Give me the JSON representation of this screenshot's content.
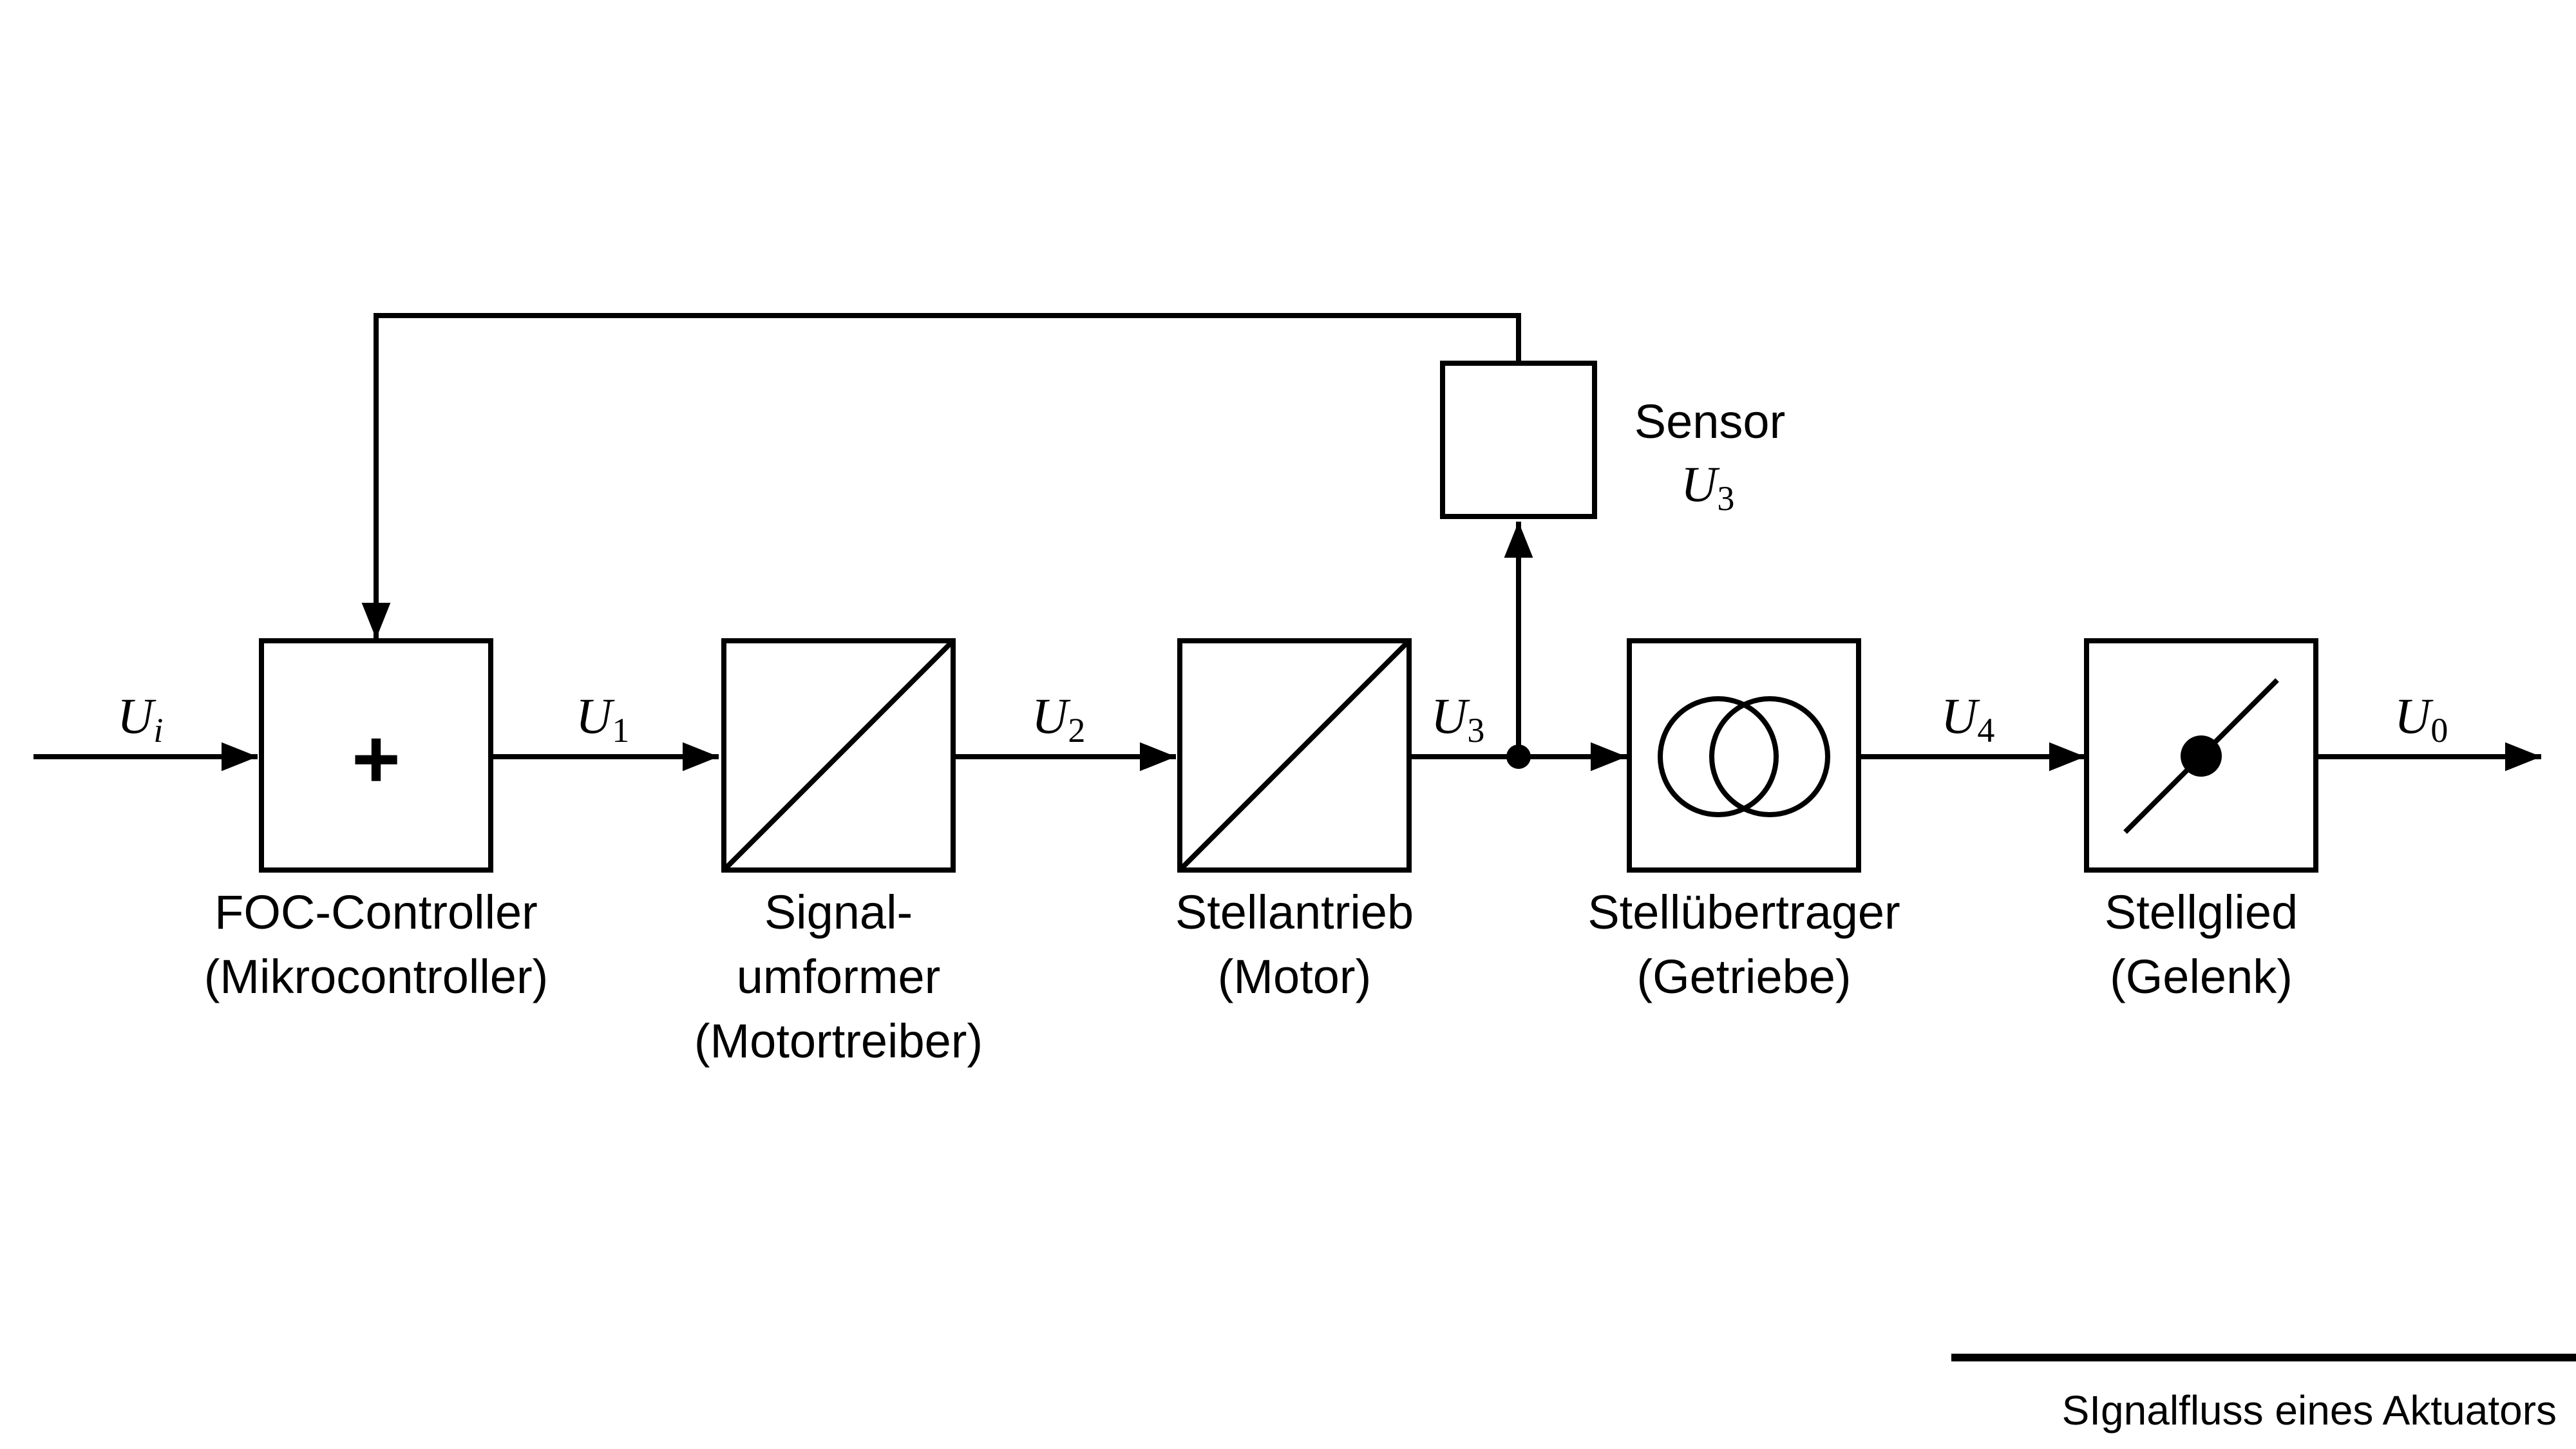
{
  "blocks": {
    "controller": {
      "symbol": "+",
      "line1": "FOC-Controller",
      "line2": "(Mikrocontroller)"
    },
    "converter": {
      "line1": "Signal-",
      "line2": "umformer",
      "line3": "(Motortreiber)"
    },
    "actuator": {
      "line1": "Stellantrieb",
      "line2": "(Motor)"
    },
    "transmitter": {
      "line1": "Stellübertrager",
      "line2": "(Getriebe)"
    },
    "final_element": {
      "line1": "Stellglied",
      "line2": "(Gelenk)"
    },
    "sensor": {
      "line1": "Sensor",
      "var": "U",
      "sub": "3"
    }
  },
  "signals": {
    "input": {
      "var": "U",
      "sub": "i"
    },
    "u1": {
      "var": "U",
      "sub": "1"
    },
    "u2": {
      "var": "U",
      "sub": "2"
    },
    "u3": {
      "var": "U",
      "sub": "3"
    },
    "u4": {
      "var": "U",
      "sub": "4"
    },
    "output": {
      "var": "U",
      "sub": "0"
    }
  },
  "footer": {
    "caption": "SIgnalfluss eines Aktuators"
  }
}
